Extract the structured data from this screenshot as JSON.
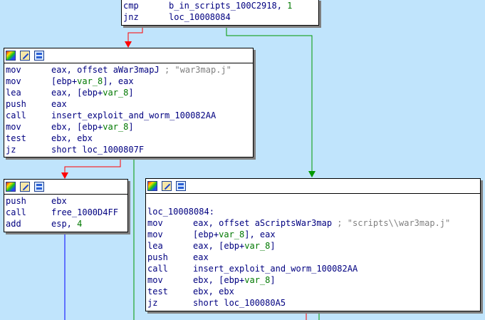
{
  "colors": {
    "background": "#c0e4fc",
    "edge_false": "#ff0000",
    "edge_true": "#009900",
    "edge_unconditional": "#0000ff",
    "text": "#000080",
    "variable": "#007800",
    "comment": "#808080"
  },
  "header_icons": [
    "palette-icon",
    "edit-icon",
    "graph-icon"
  ],
  "blocks": {
    "top": {
      "lines": [
        {
          "mnemonic": "cmp",
          "operands": [
            {
              "t": "b_in_scripts_100C2918, ",
              "c": "plain"
            },
            {
              "t": "1",
              "c": "imm"
            }
          ]
        },
        {
          "mnemonic": "jnz",
          "operands": [
            {
              "t": "loc_10008084",
              "c": "plain"
            }
          ]
        }
      ]
    },
    "war3map": {
      "lines": [
        {
          "mnemonic": "mov",
          "operands": [
            {
              "t": "eax, offset aWar3mapJ ",
              "c": "plain"
            },
            {
              "t": "; \"war3map.j\"",
              "c": "cmt"
            }
          ]
        },
        {
          "mnemonic": "mov",
          "operands": [
            {
              "t": "[ebp+",
              "c": "plain"
            },
            {
              "t": "var_8",
              "c": "var"
            },
            {
              "t": "], eax",
              "c": "plain"
            }
          ]
        },
        {
          "mnemonic": "lea",
          "operands": [
            {
              "t": "eax, [ebp+",
              "c": "plain"
            },
            {
              "t": "var_8",
              "c": "var"
            },
            {
              "t": "]",
              "c": "plain"
            }
          ]
        },
        {
          "mnemonic": "push",
          "operands": [
            {
              "t": "eax",
              "c": "plain"
            }
          ]
        },
        {
          "mnemonic": "call",
          "operands": [
            {
              "t": "insert_exploit_and_worm_100082AA",
              "c": "plain"
            }
          ]
        },
        {
          "mnemonic": "mov",
          "operands": [
            {
              "t": "ebx, [ebp+",
              "c": "plain"
            },
            {
              "t": "var_8",
              "c": "var"
            },
            {
              "t": "]",
              "c": "plain"
            }
          ]
        },
        {
          "mnemonic": "test",
          "operands": [
            {
              "t": "ebx, ebx",
              "c": "plain"
            }
          ]
        },
        {
          "mnemonic": "jz",
          "operands": [
            {
              "t": "short loc_1000807F",
              "c": "plain"
            }
          ]
        }
      ]
    },
    "free": {
      "lines": [
        {
          "mnemonic": "push",
          "operands": [
            {
              "t": "ebx",
              "c": "plain"
            }
          ]
        },
        {
          "mnemonic": "call",
          "operands": [
            {
              "t": "free_1000D4FF",
              "c": "plain"
            }
          ]
        },
        {
          "mnemonic": "add",
          "operands": [
            {
              "t": "esp, ",
              "c": "plain"
            },
            {
              "t": "4",
              "c": "imm"
            }
          ]
        }
      ]
    },
    "scripts": {
      "label": "loc_10008084:",
      "lines": [
        {
          "mnemonic": "mov",
          "operands": [
            {
              "t": "eax, offset aScriptsWar3map ",
              "c": "plain"
            },
            {
              "t": "; \"scripts\\\\war3map.j\"",
              "c": "cmt"
            }
          ]
        },
        {
          "mnemonic": "mov",
          "operands": [
            {
              "t": "[ebp+",
              "c": "plain"
            },
            {
              "t": "var_8",
              "c": "var"
            },
            {
              "t": "], eax",
              "c": "plain"
            }
          ]
        },
        {
          "mnemonic": "lea",
          "operands": [
            {
              "t": "eax, [ebp+",
              "c": "plain"
            },
            {
              "t": "var_8",
              "c": "var"
            },
            {
              "t": "]",
              "c": "plain"
            }
          ]
        },
        {
          "mnemonic": "push",
          "operands": [
            {
              "t": "eax",
              "c": "plain"
            }
          ]
        },
        {
          "mnemonic": "call",
          "operands": [
            {
              "t": "insert_exploit_and_worm_100082AA",
              "c": "plain"
            }
          ]
        },
        {
          "mnemonic": "mov",
          "operands": [
            {
              "t": "ebx, [ebp+",
              "c": "plain"
            },
            {
              "t": "var_8",
              "c": "var"
            },
            {
              "t": "]",
              "c": "plain"
            }
          ]
        },
        {
          "mnemonic": "test",
          "operands": [
            {
              "t": "ebx, ebx",
              "c": "plain"
            }
          ]
        },
        {
          "mnemonic": "jz",
          "operands": [
            {
              "t": "short loc_100080A5",
              "c": "plain"
            }
          ]
        }
      ]
    }
  }
}
